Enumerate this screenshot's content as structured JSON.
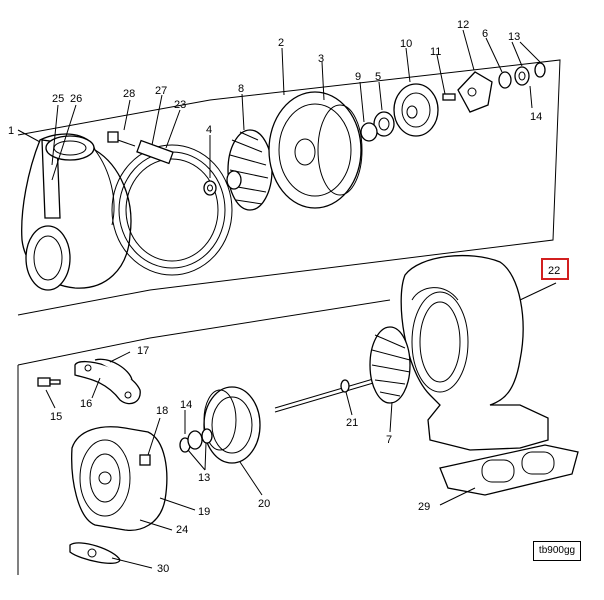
{
  "callouts": {
    "c1": "1",
    "c2": "2",
    "c3": "3",
    "c4": "4",
    "c5": "5",
    "c6": "6",
    "c7": "7",
    "c8": "8",
    "c9": "9",
    "c10": "10",
    "c11": "11",
    "c12": "12",
    "c13a": "13",
    "c13b": "13",
    "c14a": "14",
    "c14b": "14",
    "c15": "15",
    "c16": "16",
    "c17": "17",
    "c18": "18",
    "c19": "19",
    "c20": "20",
    "c21": "21",
    "c22": "22",
    "c23": "23",
    "c24": "24",
    "c25": "25",
    "c26": "26",
    "c27": "27",
    "c28": "28",
    "c29": "29",
    "c30": "30"
  },
  "reference_code": "tb900gg",
  "highlight": {
    "callout": "22",
    "color": "#d21f1f"
  }
}
